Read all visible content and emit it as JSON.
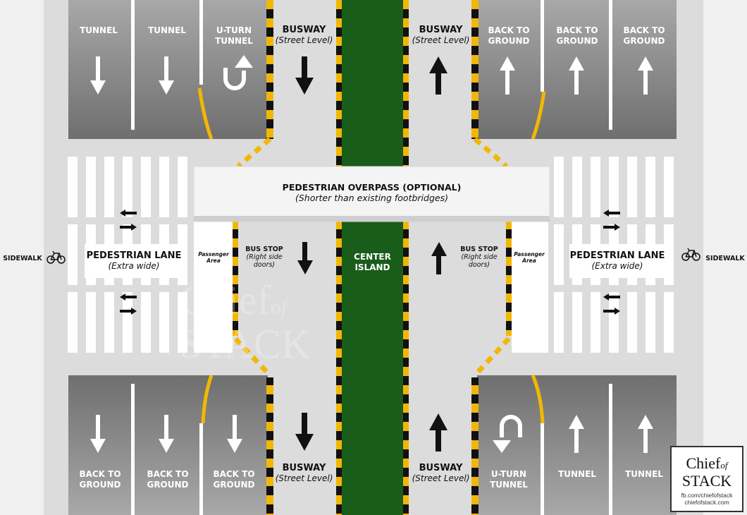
{
  "top_lanes_left": [
    {
      "label": "TUNNEL",
      "arrow": "down"
    },
    {
      "label": "TUNNEL",
      "arrow": "down"
    },
    {
      "label": "U-TURN\nTUNNEL",
      "arrow": "uturn-up"
    }
  ],
  "top_lanes_right": [
    {
      "label": "BACK TO\nGROUND",
      "arrow": "up"
    },
    {
      "label": "BACK TO\nGROUND",
      "arrow": "up"
    },
    {
      "label": "BACK TO\nGROUND",
      "arrow": "up"
    }
  ],
  "bottom_lanes_left": [
    {
      "label": "BACK TO\nGROUND",
      "arrow": "down"
    },
    {
      "label": "BACK TO\nGROUND",
      "arrow": "down"
    },
    {
      "label": "BACK TO\nGROUND",
      "arrow": "down"
    }
  ],
  "bottom_lanes_right": [
    {
      "label": "U-TURN\nTUNNEL",
      "arrow": "uturn-down"
    },
    {
      "label": "TUNNEL",
      "arrow": "up"
    },
    {
      "label": "TUNNEL",
      "arrow": "up"
    }
  ],
  "busway": {
    "label": "BUSWAY",
    "sub": "(Street Level)"
  },
  "overpass": {
    "title": "PEDESTRIAN OVERPASS (OPTIONAL)",
    "sub": "(Shorter than existing footbridges)"
  },
  "pedestrian_lane": {
    "label": "PEDESTRIAN LANE",
    "sub": "(Extra wide)"
  },
  "sidewalk": "SIDEWALK",
  "bus_stop": {
    "label": "BUS STOP",
    "sub": "(Right side\ndoors)"
  },
  "passenger_area": "Passenger\nArea",
  "center_island": "CENTER\nISLAND",
  "logo": {
    "line1": "Chief",
    "of": "of",
    "line2": "STACK",
    "url1": "fb.com/chiefofstack",
    "url2": "chiefofstack.com"
  },
  "watermark": {
    "line1": "Chief",
    "of": "of",
    "line2": "STACK"
  },
  "colors": {
    "road": "#a3a3a3",
    "busway": "#dcdcdc",
    "island": "#1a5c1a",
    "yellow": "#f2b705",
    "white": "#ffffff",
    "text_dark": "#111111"
  }
}
